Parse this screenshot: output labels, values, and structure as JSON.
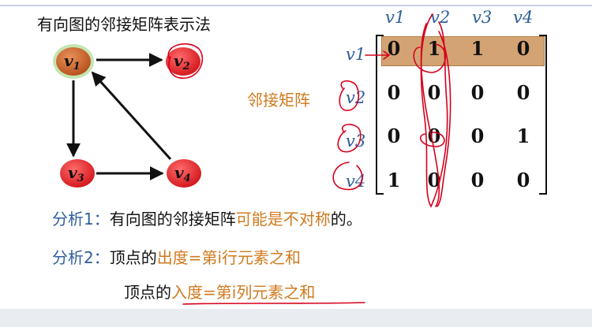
{
  "title": "有向图的邻接矩阵表示法",
  "adjacency_label": "邻接矩阵",
  "graph": {
    "nodes": [
      {
        "id": "v1",
        "label": "v",
        "sub": "1"
      },
      {
        "id": "v2",
        "label": "v",
        "sub": "2"
      },
      {
        "id": "v3",
        "label": "v",
        "sub": "3"
      },
      {
        "id": "v4",
        "label": "v",
        "sub": "4"
      }
    ]
  },
  "matrix": {
    "col_headers": [
      "v1",
      "v2",
      "v3",
      "v4"
    ],
    "row_headers": [
      "v1",
      "v2",
      "v3",
      "v4"
    ],
    "rows": [
      [
        "0",
        "1",
        "1",
        "0"
      ],
      [
        "0",
        "0",
        "0",
        "0"
      ],
      [
        "0",
        "0",
        "0",
        "1"
      ],
      [
        "1",
        "0",
        "0",
        "0"
      ]
    ]
  },
  "analysis1": {
    "label": "分析1：",
    "text_a": "有向图的邻接矩阵",
    "text_b": "可能是不对称",
    "text_c": "的。"
  },
  "analysis2": {
    "label": "分析2：",
    "text_a": "顶点的",
    "text_b": "出度=第i行元素之和"
  },
  "analysis3": {
    "text_a": "顶点的",
    "text_b": "入度=第i列元素之和"
  },
  "colors": {
    "blue": "#2e5f9b",
    "orange": "#d07a1f",
    "node_fill": "#e31e24",
    "node_v1": "#c0602a",
    "annotation": "#d6001c"
  }
}
